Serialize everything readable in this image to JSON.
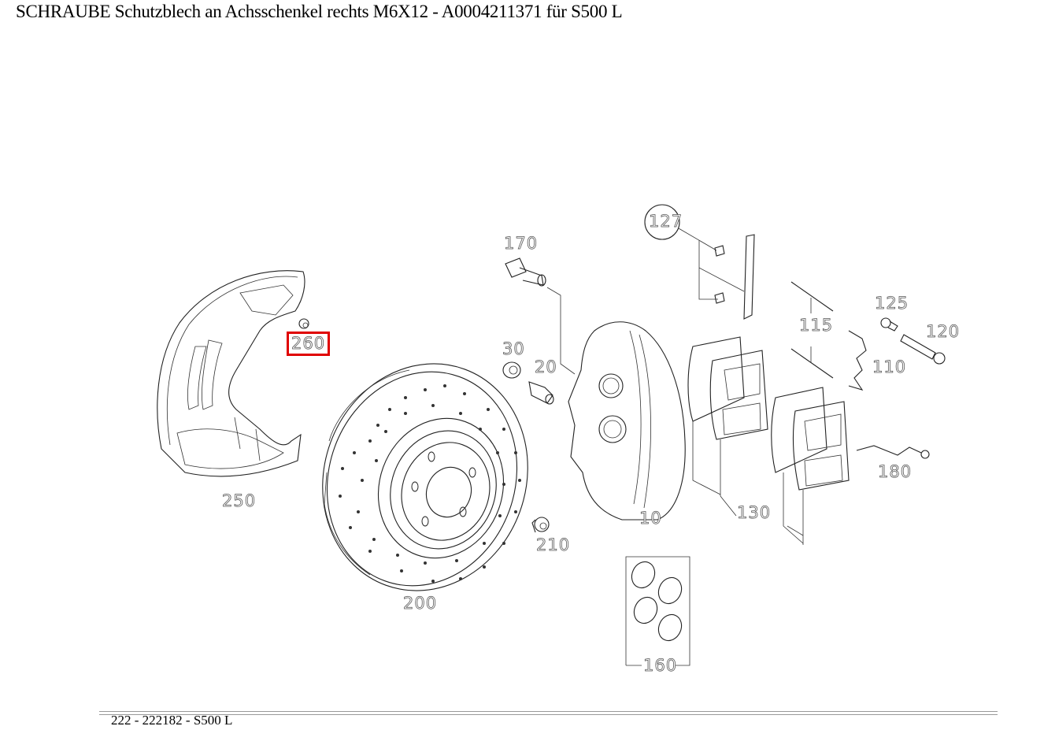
{
  "page": {
    "title": "SCHRAUBE Schutzblech an Achsschenkel rechts M6X12 - A0004211371 für S500 L",
    "footer": "222 - 222182 - S500 L"
  },
  "diagram": {
    "highlight_color": "#e00000",
    "selected_part": "260",
    "callouts": [
      {
        "id": "260",
        "label": "260",
        "part": "bolt (highlighted)",
        "highlighted": true
      },
      {
        "id": "250",
        "label": "250",
        "part": "brake dust shield"
      },
      {
        "id": "200",
        "label": "200",
        "part": "brake disc"
      },
      {
        "id": "210",
        "label": "210",
        "part": "disc screw"
      },
      {
        "id": "170",
        "label": "170",
        "part": "caliper bolt"
      },
      {
        "id": "30",
        "label": "30",
        "part": "bleeder cap"
      },
      {
        "id": "20",
        "label": "20",
        "part": "bleeder valve"
      },
      {
        "id": "10",
        "label": "10",
        "part": "brake caliper"
      },
      {
        "id": "127",
        "label": "127",
        "part": "clip kit",
        "circled": true
      },
      {
        "id": "115",
        "label": "115",
        "part": "pins"
      },
      {
        "id": "125",
        "label": "125",
        "part": "screw"
      },
      {
        "id": "120",
        "label": "120",
        "part": "bolt"
      },
      {
        "id": "110",
        "label": "110",
        "part": "spring clip"
      },
      {
        "id": "130",
        "label": "130",
        "part": "brake pad set"
      },
      {
        "id": "180",
        "label": "180",
        "part": "wear sensor"
      },
      {
        "id": "160",
        "label": "160",
        "part": "seal kit"
      }
    ]
  }
}
